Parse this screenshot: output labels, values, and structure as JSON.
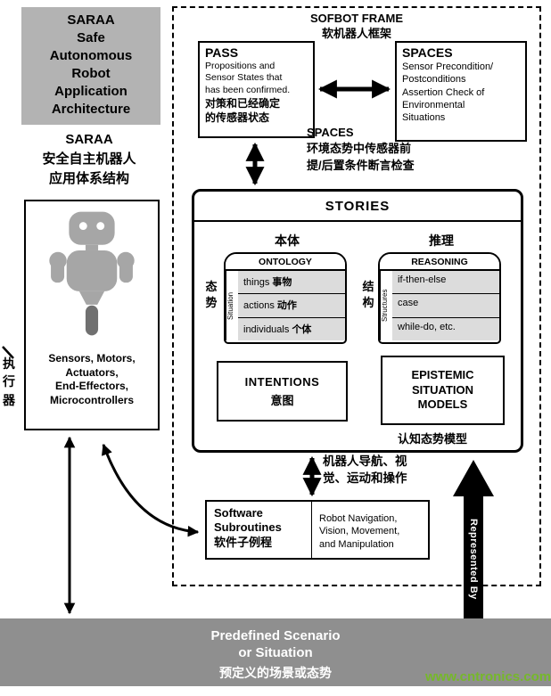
{
  "colors": {
    "gray_box": "#b3b3b3",
    "bottom_bar": "#8f8f8f",
    "table_row_bg": "#dcdcdc",
    "arrow_black": "#000000",
    "watermark_green": "#76b82a"
  },
  "saraa": {
    "box_title": "SARAA\nSafe\nAutonomous\nRobot\nApplication\nArchitecture",
    "caption": "SARAA\n安全自主机器人\n应用体系结构"
  },
  "left_edge_label": "执\n行\n器",
  "hardware": {
    "label": "Sensors, Motors,\nActuators,\nEnd-Effectors,\nMicrocontrollers"
  },
  "sofbot_frame": {
    "title": "SOFBOT FRAME\n软机器人框架"
  },
  "pass": {
    "title": "PASS",
    "body_en": "Propositions and\nSensor States that\nhas been confirmed.",
    "body_zh": "对策和已经确定\n的传感器状态"
  },
  "spaces": {
    "title": "SPACES",
    "body_en": "Sensor Precondition/\nPostconditions\nAssertion Check of\nEnvironmental\nSituations"
  },
  "spaces_caption": {
    "title": "SPACES",
    "body_zh": "环境态势中传感器前\n提/后置条件断言检查"
  },
  "stories": {
    "title": "STORIES",
    "ontology": {
      "caption": "本体",
      "header": "ONTOLOGY",
      "side_label": "Situation",
      "outer_label": "态\n势",
      "rows": [
        {
          "en": "things",
          "zh": "事物"
        },
        {
          "en": "actions",
          "zh": "动作"
        },
        {
          "en": "individuals",
          "zh": "个体"
        }
      ]
    },
    "reasoning": {
      "caption": "推理",
      "header": "REASONING",
      "side_label": "Structures",
      "outer_label": "结\n构",
      "rows": [
        {
          "en": "if-then-else",
          "zh": ""
        },
        {
          "en": "case",
          "zh": ""
        },
        {
          "en": "while-do, etc.",
          "zh": ""
        }
      ]
    },
    "intentions": {
      "title": "INTENTIONS",
      "subtitle": "意图"
    },
    "epistemic": {
      "title": "EPISTEMIC\nSITUATION\nMODELS",
      "caption": "认知态势模型"
    }
  },
  "robot_nav_caption": "机器人导航、视\n觉、运动和操作",
  "subroutines": {
    "title": "Software\nSubroutines\n软件子例程",
    "body": "Robot Navigation,\nVision, Movement,\nand Manipulation"
  },
  "represented_by": "Represented By",
  "bottom_bar": {
    "title": "Predefined Scenario\nor Situation",
    "subtitle": "预定义的场景或态势"
  },
  "watermark": "www.cntronics.com"
}
